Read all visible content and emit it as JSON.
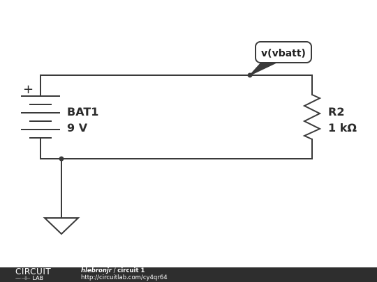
{
  "schematic": {
    "battery": {
      "name": "BAT1",
      "value": "9 V",
      "polarity": "+"
    },
    "resistor": {
      "name": "R2",
      "value": "1 kΩ"
    },
    "probe": {
      "label": "v(vbatt)"
    },
    "wire_color": "#3a3a3a"
  },
  "footer": {
    "logo_top": "CIRCUIT",
    "logo_glyphs": "⁓⊣⊢",
    "logo_bottom": "LAB",
    "user": "hlebronjr",
    "separator": " / ",
    "circuit_title": "circuit 1",
    "url": "http://circuitlab.com/cy4qr64",
    "background": "#2e2e2e"
  }
}
